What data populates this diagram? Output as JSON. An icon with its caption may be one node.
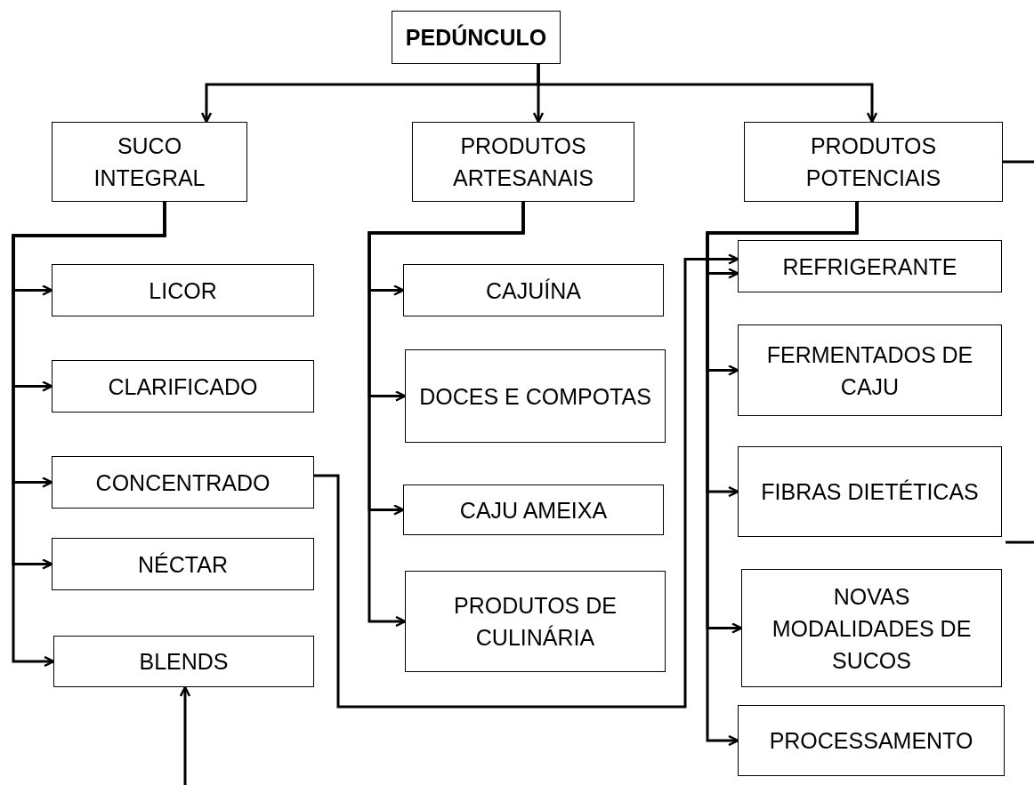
{
  "diagram": {
    "nodes": [
      {
        "text": [
          "PEDÚNCULO"
        ]
      },
      {
        "text": [
          "SUCO INTEGRAL"
        ]
      },
      {
        "text": [
          "PRODUTOS ARTESANAIS"
        ]
      },
      {
        "text": [
          "PRODUTOS POTENCIAIS"
        ]
      },
      {
        "text": [
          "LICOR"
        ]
      },
      {
        "text": [
          "CLARIFICADO"
        ]
      },
      {
        "text": [
          "CONCENTRADO"
        ]
      },
      {
        "text": [
          "NÉCTAR"
        ]
      },
      {
        "text": [
          "BLENDS"
        ]
      },
      {
        "text": [
          "CAJUÍNA"
        ]
      },
      {
        "text": [
          "DOCES E COMPOTAS"
        ]
      },
      {
        "text": [
          "CAJU AMEIXA"
        ]
      },
      {
        "text": [
          "PRODUTOS DE CULINÁRIA"
        ]
      },
      {
        "text": [
          "REFRIGERANTE"
        ]
      },
      {
        "text": [
          "FERMENTADOS DE CAJU"
        ]
      },
      {
        "text": [
          "FIBRAS DIETÉTICAS"
        ]
      },
      {
        "text": [
          "NOVAS MODALIDADES DE SUCOS"
        ]
      },
      {
        "text": [
          "PROCESSAMENTO"
        ]
      }
    ],
    "edges": [
      {
        "from": 0,
        "to": 1,
        "arrow": "to"
      },
      {
        "from": 0,
        "to": 2,
        "arrow": "to"
      },
      {
        "from": 0,
        "to": 3,
        "arrow": "to"
      },
      {
        "from": 1,
        "to": 4,
        "arrow": "to"
      },
      {
        "from": 1,
        "to": 5,
        "arrow": "to"
      },
      {
        "from": 1,
        "to": 6,
        "arrow": "to"
      },
      {
        "from": 1,
        "to": 7,
        "arrow": "to"
      },
      {
        "from": 1,
        "to": 8,
        "arrow": "to"
      },
      {
        "from": 2,
        "to": 9,
        "arrow": "to"
      },
      {
        "from": 2,
        "to": 10,
        "arrow": "to"
      },
      {
        "from": 2,
        "to": 11,
        "arrow": "to"
      },
      {
        "from": 2,
        "to": 12,
        "arrow": "to"
      },
      {
        "from": 3,
        "to": 13,
        "arrow": "to"
      },
      {
        "from": 3,
        "to": 14,
        "arrow": "to"
      },
      {
        "from": 3,
        "to": 15,
        "arrow": "to"
      },
      {
        "from": 3,
        "to": 16,
        "arrow": "to"
      },
      {
        "from": 3,
        "to": 17,
        "arrow": "to"
      },
      {
        "from": 6,
        "to": 13,
        "arrow": "to"
      },
      {
        "from": null,
        "to": 8,
        "arrow": "to"
      },
      {
        "from": 3,
        "to": null,
        "arrow": "none"
      },
      {
        "from": 15,
        "to": null,
        "arrow": "none"
      }
    ]
  }
}
